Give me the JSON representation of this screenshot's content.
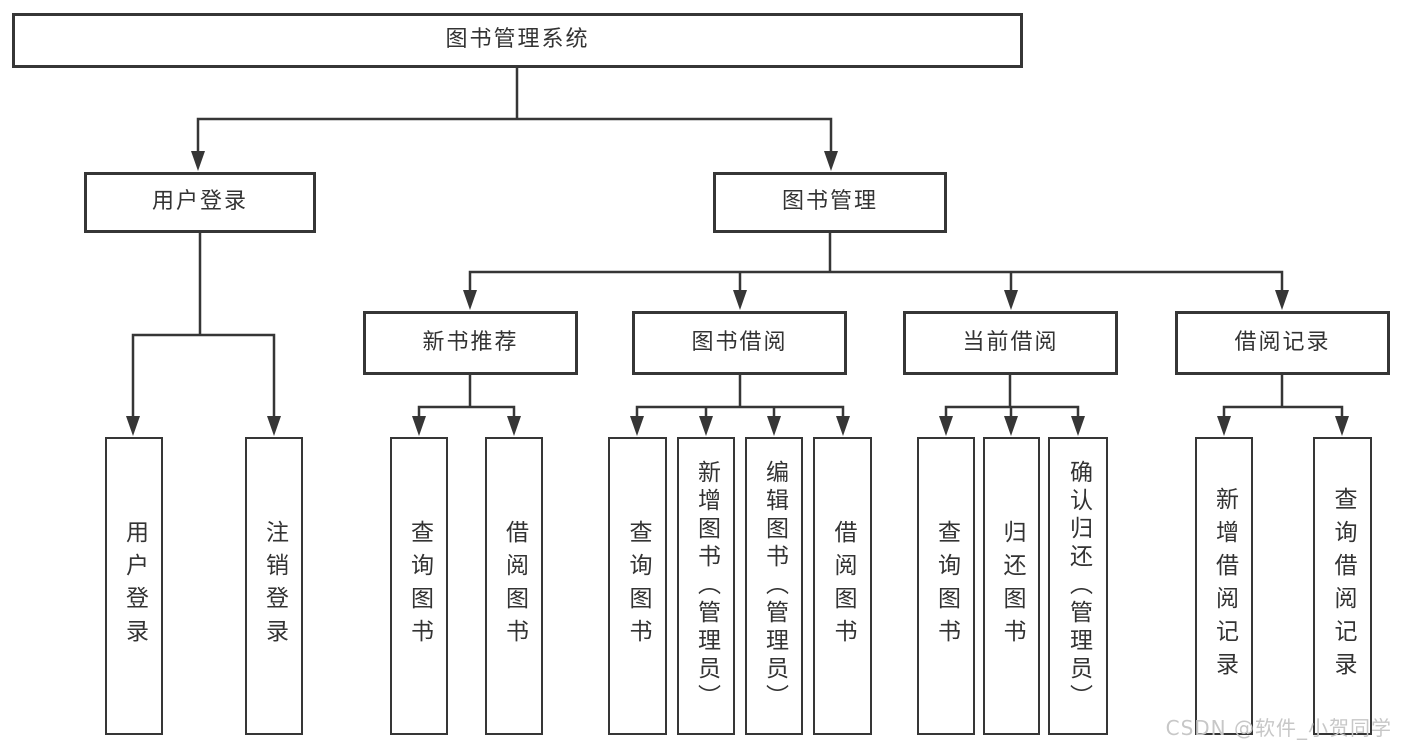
{
  "diagram": {
    "root_label": "图书管理系统",
    "user_login": {
      "label": "用户登录",
      "leaves": [
        "用户登录",
        "注销登录"
      ]
    },
    "book_management": {
      "label": "图书管理",
      "children": [
        {
          "label": "新书推荐",
          "leaves": [
            "查询图书",
            "借阅图书"
          ]
        },
        {
          "label": "图书借阅",
          "leaves": [
            "查询图书",
            "新增图书（管理员）",
            "编辑图书（管理员）",
            "借阅图书"
          ]
        },
        {
          "label": "当前借阅",
          "leaves": [
            "查询图书",
            "归还图书",
            "确认归还（管理员）"
          ]
        },
        {
          "label": "借阅记录",
          "leaves": [
            "新增借阅记录",
            "查询借阅记录"
          ]
        }
      ]
    }
  },
  "watermark": {
    "text": "CSDN @软件_小贺同学"
  },
  "colors": {
    "line": "#363636",
    "text": "#333333",
    "box_background": "#ffffff",
    "watermark": "#c7c7c7",
    "background": "#ffffff"
  }
}
